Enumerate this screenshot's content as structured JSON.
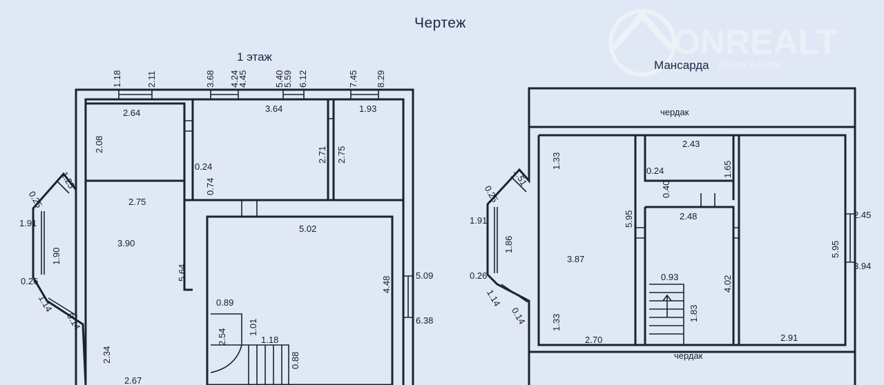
{
  "title": "Чертеж",
  "watermark": "ONREALT",
  "watermark_sub": "ДЕЛИМ В МИРЕ",
  "plan1": {
    "label": "1 этаж",
    "dims": [
      "1.18",
      "2.11",
      "3.68",
      "4.24",
      "4.45",
      "5.40",
      "5.59",
      "6.12",
      "7.45",
      "8.29",
      "2.64",
      "3.64",
      "1.93",
      "2.08",
      "2.71",
      "2.75",
      "0.24",
      "0.74",
      "1.25",
      "0.25",
      "2.75",
      "1.91",
      "1.90",
      "3.90",
      "0.26",
      "1.14",
      "0.14",
      "5.64",
      "5.02",
      "4.48",
      "5.09",
      "6.38",
      "0.89",
      "2.54",
      "1.01",
      "1.18",
      "0.88",
      "2.34",
      "2.67"
    ]
  },
  "plan2": {
    "label": "Мансарда",
    "attic_top": "чердак",
    "attic_bottom": "чердак",
    "dims": [
      "2.43",
      "1.33",
      "1.51",
      "0.25",
      "0.24",
      "0.40",
      "1.65",
      "1.91",
      "5.95",
      "2.48",
      "1.86",
      "3.87",
      "2.45",
      "5.95",
      "3.94",
      "0.26",
      "1.14",
      "0.93",
      "4.02",
      "1.83",
      "0.14",
      "1.33",
      "2.70",
      "2.91"
    ]
  }
}
